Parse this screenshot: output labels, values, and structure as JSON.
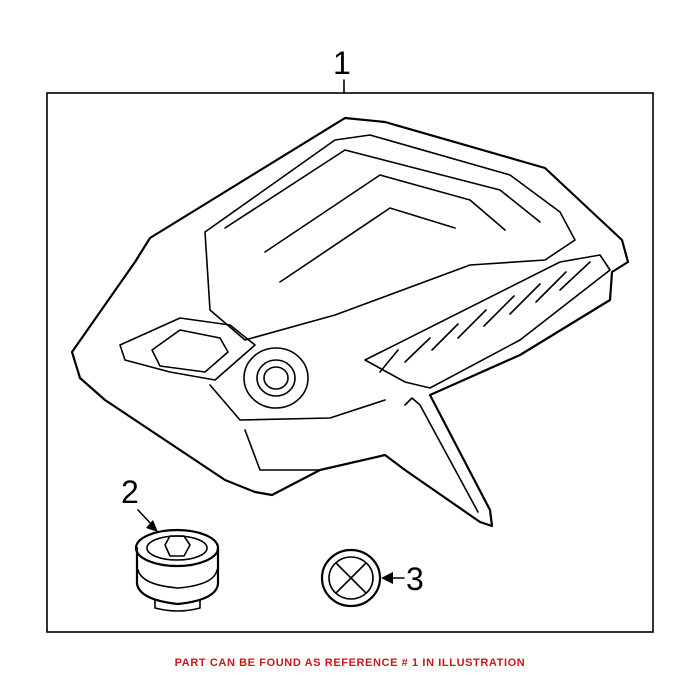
{
  "callouts": {
    "part1": "1",
    "part2": "2",
    "part3": "3"
  },
  "footer_note": "PART CAN BE FOUND AS REFERENCE # 1 IN ILLUSTRATION",
  "colors": {
    "line": "#000000",
    "note": "#c8171e",
    "background": "#ffffff"
  }
}
